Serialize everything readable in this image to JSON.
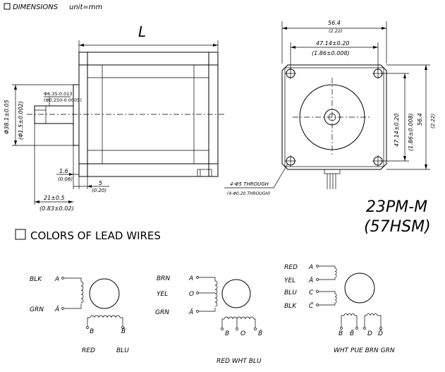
{
  "header": {
    "dimensions_title": "DIMENSIONS",
    "unit": "unit=mm"
  },
  "side_view": {
    "length_label": "L",
    "shaft_dia": "Φ6.35-0.013",
    "shaft_dia_in": "(Φ0.250-0.0005)",
    "pilot_dia": "Φ38.1±0.05",
    "pilot_dia_in": "(Φ1.5±0.002)",
    "dim_16": "1.6",
    "dim_16_in": "(0.06)",
    "dim_5": "5",
    "dim_5_in": "(0.20)",
    "dim_21": "21±0.5",
    "dim_21_in": "(0.83±0.02)"
  },
  "front_view": {
    "width": "56.4",
    "width_in": "(2.22)",
    "hole_spacing": "47.14±0.20",
    "hole_spacing_in": "(1.86±0.008)",
    "hole_spacing_v": "47.14±0.20",
    "hole_spacing_v_in": "(1.86±0.008)",
    "height": "56.4",
    "height_in": "(2.22)",
    "holes_note": "4-Φ5 THROUGH",
    "holes_note_in": "(4-Φ0.20 THROUGH)"
  },
  "model": {
    "name": "23PM-M",
    "alt": "(57HSM)"
  },
  "leads": {
    "title": "COLORS OF LEAD WIRES",
    "bipolar": {
      "left_labels": [
        "BLK",
        "GRN"
      ],
      "phases": [
        "A",
        "Ā",
        "B",
        "B̄"
      ],
      "bottom_labels": [
        "RED",
        "BLU"
      ]
    },
    "six_lead": {
      "left_labels": [
        "BRN",
        "YEL",
        "GRN"
      ],
      "phases": [
        "A",
        "O",
        "Ā",
        "B",
        "O",
        "B̄"
      ],
      "bottom_label": "RED WHT BLU"
    },
    "eight_lead": {
      "left_labels": [
        "RED",
        "YEL",
        "BLU",
        "BLK"
      ],
      "phases": [
        "A",
        "Ā",
        "C",
        "C̄",
        "B",
        "B̄",
        "D",
        "D̄"
      ],
      "bottom_label": "WHT PUE BRN GRN"
    }
  }
}
